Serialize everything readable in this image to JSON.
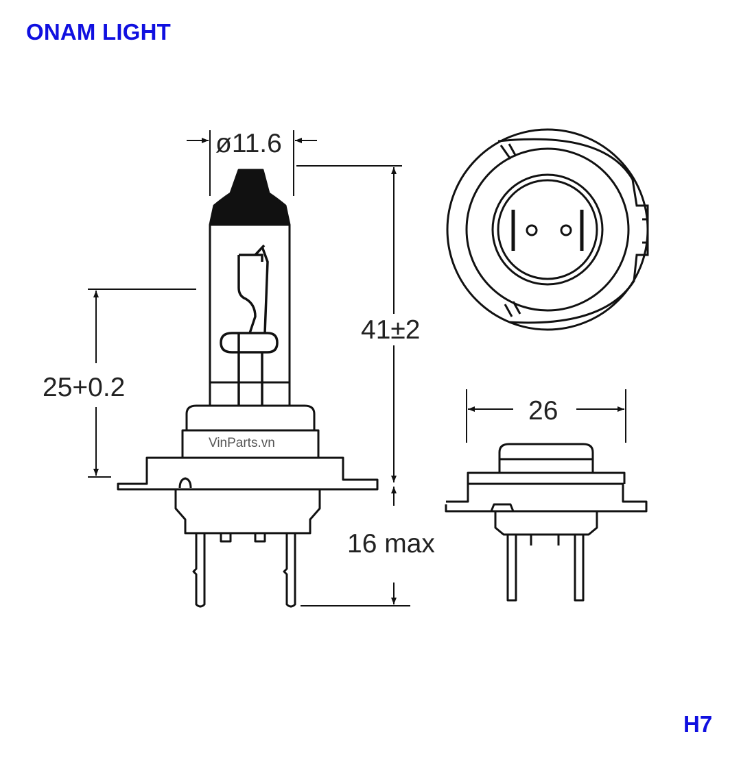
{
  "header": {
    "brand": "ONAM LIGHT"
  },
  "footer": {
    "model": "H7"
  },
  "watermark": "VinParts.vn",
  "dimensions": {
    "diameter": "ø11.6",
    "total_height": "41±2",
    "focal_height": "25+0.2",
    "pin_length": "16 max",
    "base_width": "26"
  },
  "colors": {
    "brand": "#1010e0",
    "line": "#111111"
  }
}
